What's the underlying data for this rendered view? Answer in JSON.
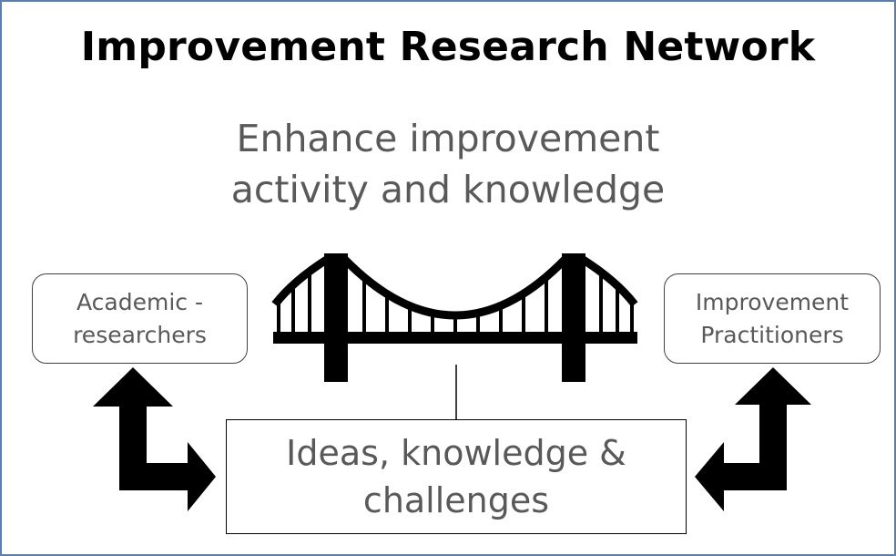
{
  "title": "Improvement Research Network",
  "subtitle": {
    "line1": "Enhance improvement",
    "line2": "activity and knowledge"
  },
  "left_box": {
    "line1": "Academic -",
    "line2": "researchers"
  },
  "right_box": {
    "line1": "Improvement",
    "line2": "Practitioners"
  },
  "center_box": {
    "line1": "Ideas, knowledge &",
    "line2": "challenges"
  },
  "colors": {
    "frame_border": "#5b7fa8",
    "title_text": "#000000",
    "body_text": "#595959",
    "bridge": "#000000"
  },
  "icons": [
    "bridge-icon",
    "left-elbow-arrow-icon",
    "right-elbow-arrow-icon"
  ]
}
